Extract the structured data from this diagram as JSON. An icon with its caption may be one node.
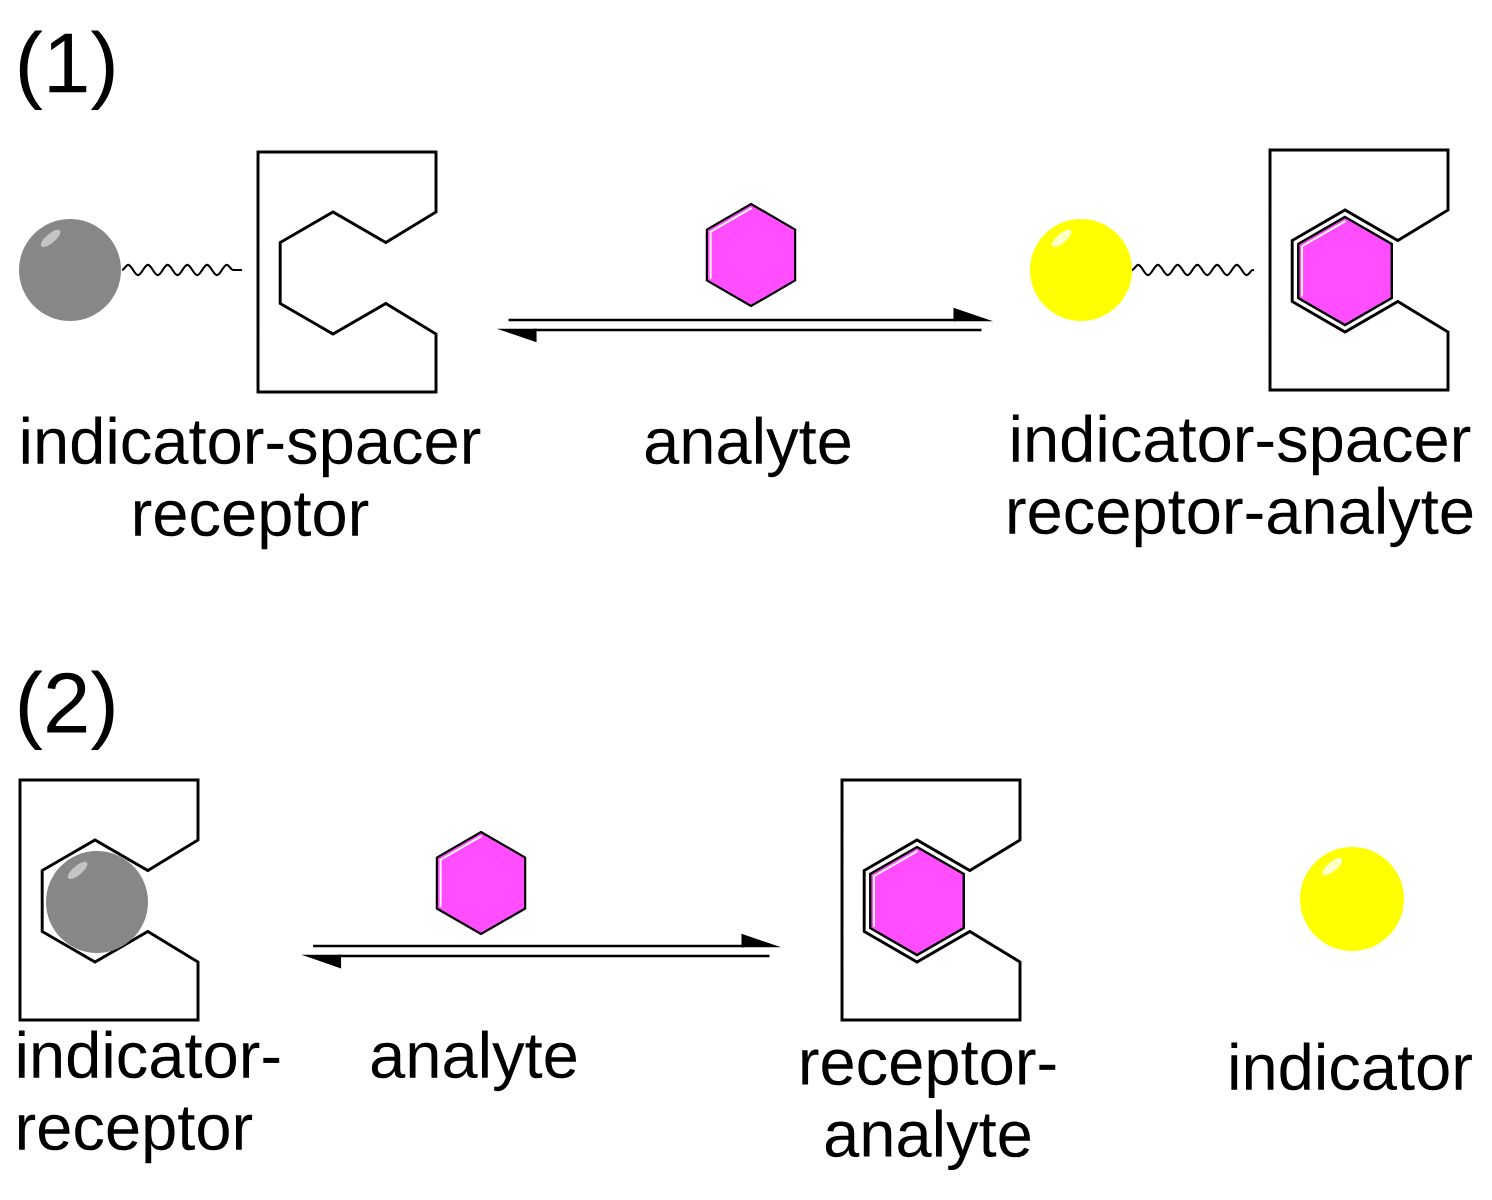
{
  "diagram": {
    "nodes": [
      {
        "text": [
          "indicator-spacer receptor"
        ]
      },
      {
        "text": [
          "analyte"
        ]
      },
      {
        "text": [
          "indicator-spacer receptor-analyte"
        ]
      },
      {
        "text": [
          "indicator-receptor"
        ]
      },
      {
        "text": [
          "analyte"
        ]
      },
      {
        "text": [
          "receptor-analyte"
        ]
      },
      {
        "text": [
          "indicator"
        ]
      }
    ],
    "edges": [
      {
        "from": 0,
        "to": 2,
        "arrow": "to"
      },
      {
        "from": 2,
        "to": 0,
        "arrow": "to"
      },
      {
        "from": 3,
        "to": 5,
        "arrow": "to"
      },
      {
        "from": 5,
        "to": 3,
        "arrow": "to"
      }
    ],
    "labels": [
      "(1)",
      "(2)"
    ]
  }
}
